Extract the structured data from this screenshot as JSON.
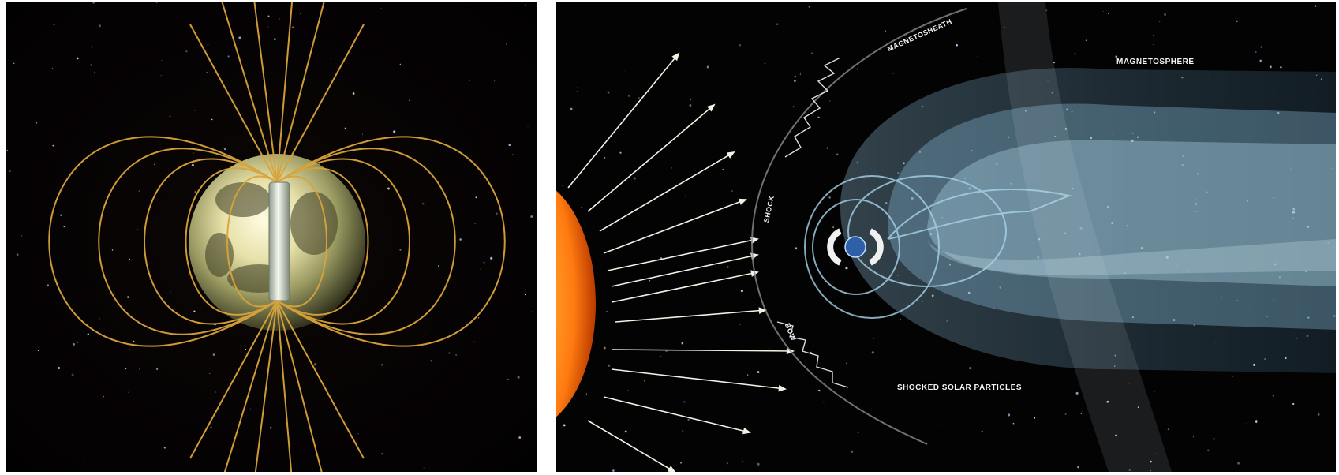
{
  "images": [
    {
      "name": "earth-magnetic-field",
      "description_icon": "bar-magnet-earth-icon"
    },
    {
      "name": "magnetosphere-diagram",
      "labels": {
        "magnetosheath": "MAGNETOSHEATH",
        "magnetosphere": "MAGNETOSPHERE",
        "shock": "SHOCK",
        "bow": "BOW",
        "shocked_particles": "SHOCKED SOLAR PARTICLES"
      }
    }
  ],
  "colors": {
    "field_lines": "#d9a43a",
    "magnetosphere": "#7fb6d6",
    "sun": "#ff9a1f",
    "background": "#000000"
  }
}
